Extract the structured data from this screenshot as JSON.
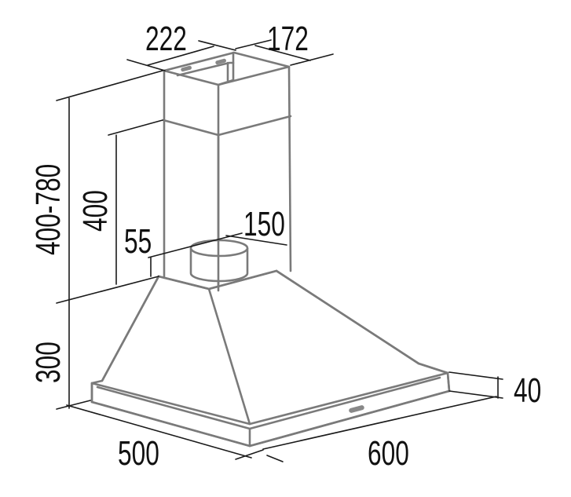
{
  "title": "Chimney hood dimension drawing",
  "dimensions": {
    "chimney_depth": "222",
    "chimney_width": "172",
    "total_height": "400-780",
    "chimney_lower": "400",
    "outlet_height": "55",
    "outlet_diameter": "150",
    "hood_height": "300",
    "hood_depth": "500",
    "hood_width": "600",
    "rim_height": "40"
  },
  "colors": {
    "outline": "#7a7a7a",
    "dimension": "#1a1a1a"
  }
}
